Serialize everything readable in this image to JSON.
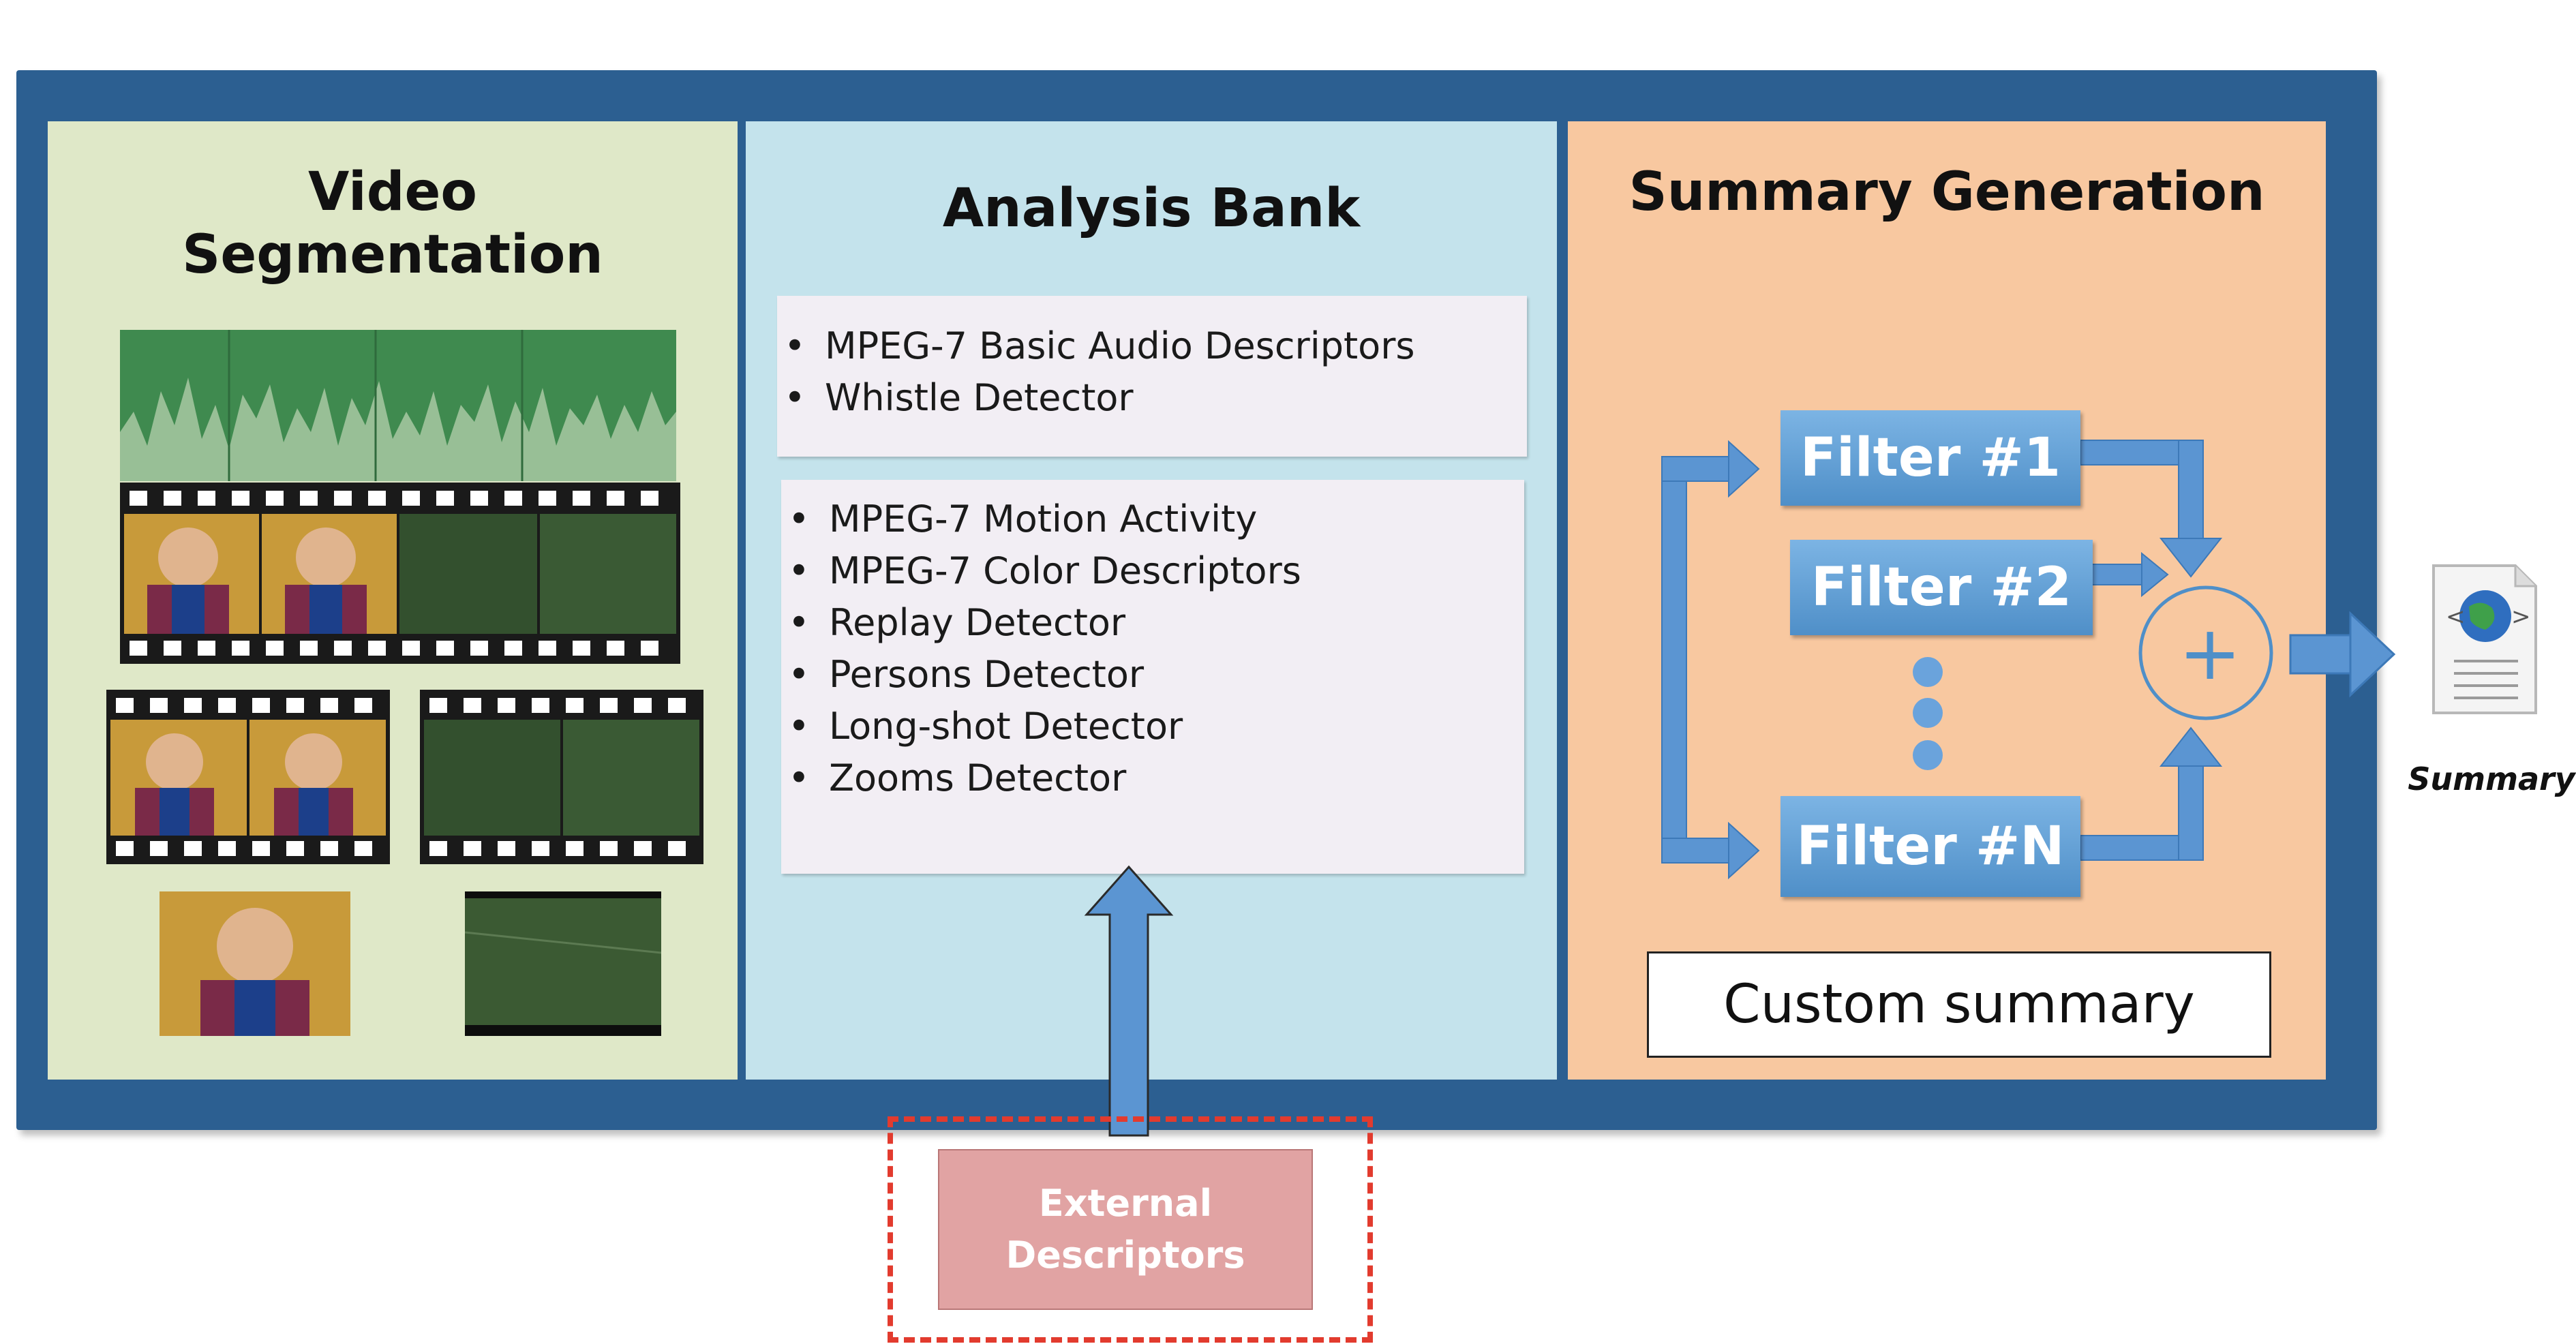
{
  "panels": {
    "video_segmentation": {
      "title_line1": "Video",
      "title_line2": "Segmentation"
    },
    "analysis_bank": {
      "title": "Analysis Bank",
      "audio_items": [
        "MPEG-7 Basic Audio Descriptors",
        "Whistle Detector"
      ],
      "visual_items": [
        "MPEG-7 Motion Activity",
        "MPEG-7 Color Descriptors",
        "Replay Detector",
        "Persons Detector",
        "Long-shot Detector",
        "Zooms Detector"
      ]
    },
    "summary_generation": {
      "title": "Summary Generation",
      "filters": [
        "Filter #1",
        "Filter #2",
        "Filter #N"
      ],
      "combine_symbol": "+",
      "custom_summary": "Custom summary"
    }
  },
  "external": {
    "line1": "External",
    "line2": "Descriptors"
  },
  "output": {
    "label": "Summary"
  },
  "colors": {
    "frame": "#2c5f91",
    "video_panel": "#dfe8c8",
    "analysis_panel": "#c4e3ec",
    "summary_panel": "#f8c8a0",
    "arrow": "#5b95d2",
    "external_box": "#e1a3a3",
    "dashed_border": "#e23b2e"
  }
}
